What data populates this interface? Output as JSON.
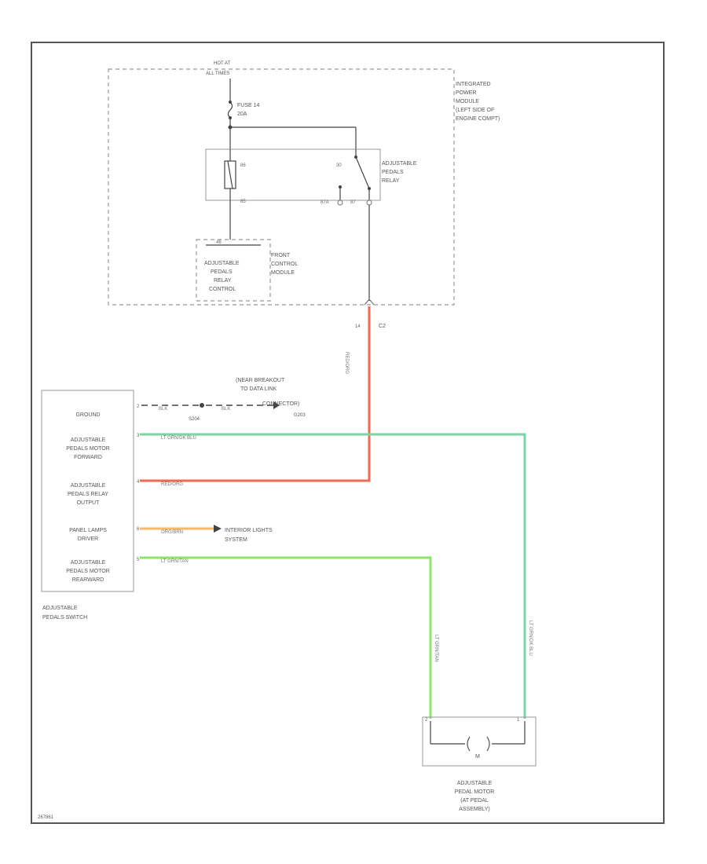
{
  "labels": {
    "hot_at": "HOT AT",
    "all_times": "ALL TIMES",
    "fuse_name": "FUSE 14",
    "fuse_rating": "20A",
    "ipm": [
      "INTEGRATED",
      "POWER",
      "MODULE",
      "(LEFT SIDE OF",
      "ENGINE COMPT)"
    ],
    "relay": [
      "ADJUSTABLE",
      "PEDALS",
      "RELAY"
    ],
    "relay_control": [
      "ADJUSTABLE",
      "PEDALS",
      "RELAY",
      "CONTROL"
    ],
    "fcm": [
      "FRONT",
      "CONTROL",
      "MODULE"
    ],
    "connector": "C2",
    "switch_pins": [
      [
        "GROUND"
      ],
      [
        "ADJUSTABLE",
        "PEDALS MOTOR",
        "FORWARD"
      ],
      [
        "ADJUSTABLE",
        "PEDALS RELAY",
        "OUTPUT"
      ],
      [
        "PANEL LAMPS",
        "DRIVER"
      ],
      [
        "ADJUSTABLE",
        "PEDALS MOTOR",
        "REARWARD"
      ]
    ],
    "switch_name": [
      "ADJUSTABLE",
      "PEDALS SWITCH"
    ],
    "breakout": [
      "(NEAR BREAKOUT",
      "TO DATA LINK",
      "CONNECTOR)"
    ],
    "ground_splice": "G203",
    "splice": "S204",
    "interior_lights": [
      "INTERIOR LIGHTS",
      "SYSTEM"
    ],
    "motor_name": [
      "ADJUSTABLE",
      "PEDAL MOTOR",
      "(AT PEDAL",
      "ASSEMBLY)"
    ],
    "motor_symbol": "M",
    "ref": "267861"
  },
  "wires": {
    "red_org": "RED/ORG",
    "ltgrn_blu": "LT GRN/DK BLU",
    "ltgrn_tan": "LT GRN/TAN",
    "org_brn": "ORG/BRN",
    "blk": "BLK"
  },
  "pins": {
    "fuse_top": "",
    "r85": "85",
    "r86": "86",
    "r87": "87",
    "r87a": "87A",
    "r30": "30",
    "fcm_pin": "46",
    "c2_pin": "14",
    "sw_ground": "2",
    "sw_fwd": "3",
    "sw_out": "4",
    "sw_panel": "6",
    "sw_rear": "5",
    "motor_a": "2",
    "motor_b": "1"
  },
  "colors": {
    "red_org": "#f06a50",
    "ltgrn_blu": "#7ed4a4",
    "ltgrn_tan": "#8ee36b",
    "org_brn": "#f6b96a",
    "black": "#444444"
  }
}
